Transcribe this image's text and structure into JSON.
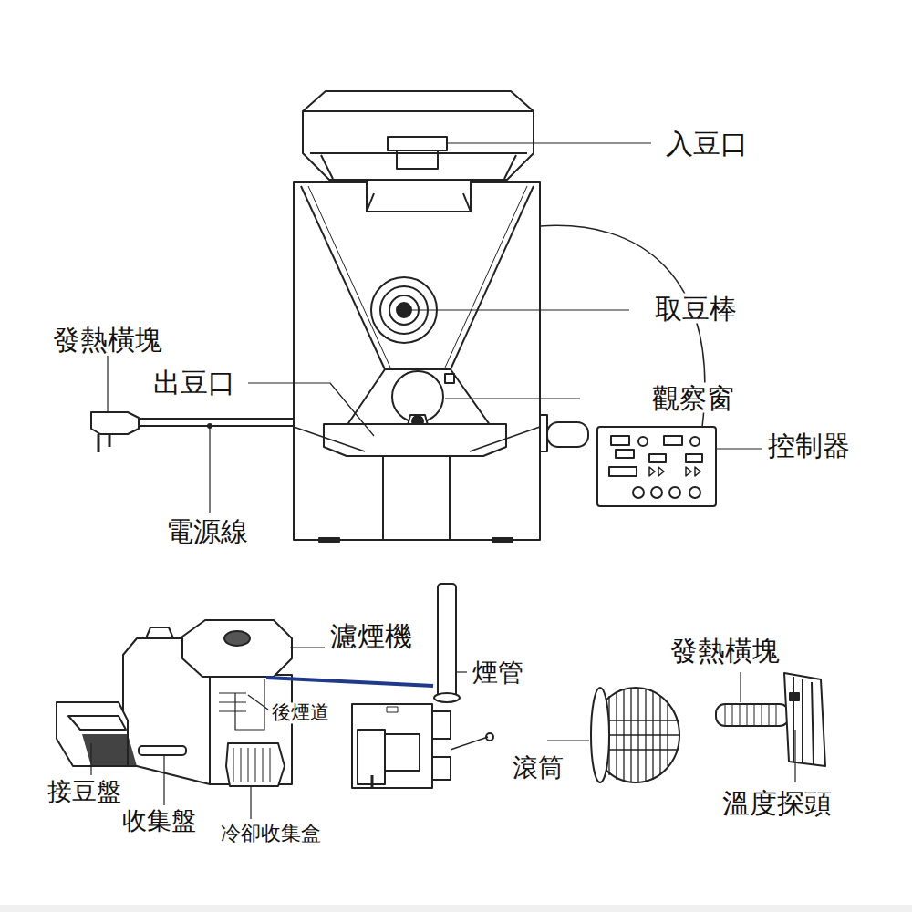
{
  "diagram": {
    "labels": [
      "入豆口",
      "取豆棒",
      "發熱橫塊",
      "出豆口",
      "觀察窗",
      "控制器",
      "電源線",
      "濾煙機",
      "煙管",
      "發熱橫塊",
      "後煙道",
      "滾筒",
      "接豆盤",
      "收集盤",
      "冷卻收集盒",
      "溫度探頭"
    ]
  }
}
